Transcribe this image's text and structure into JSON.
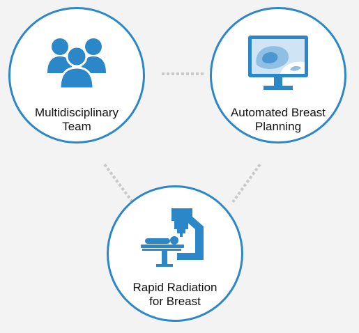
{
  "nodes": {
    "team": {
      "label_line1": "Multidisciplinary",
      "label_line2": "Team",
      "icon": "people-group-icon"
    },
    "planning": {
      "label_line1": "Automated Breast",
      "label_line2": "Planning",
      "icon": "monitor-scan-icon"
    },
    "radiation": {
      "label_line1": "Rapid Radiation",
      "label_line2": "for Breast",
      "icon": "linac-machine-icon"
    }
  },
  "connectors": [
    {
      "from": "team",
      "to": "planning",
      "style": "dotted"
    },
    {
      "from": "team",
      "to": "radiation",
      "style": "dotted"
    },
    {
      "from": "planning",
      "to": "radiation",
      "style": "dotted"
    }
  ],
  "colors": {
    "accent": "#2b87c8",
    "connector": "#c9c9c9",
    "background": "#f3f3f3",
    "circle_fill": "#ffffff",
    "text": "#111111"
  }
}
